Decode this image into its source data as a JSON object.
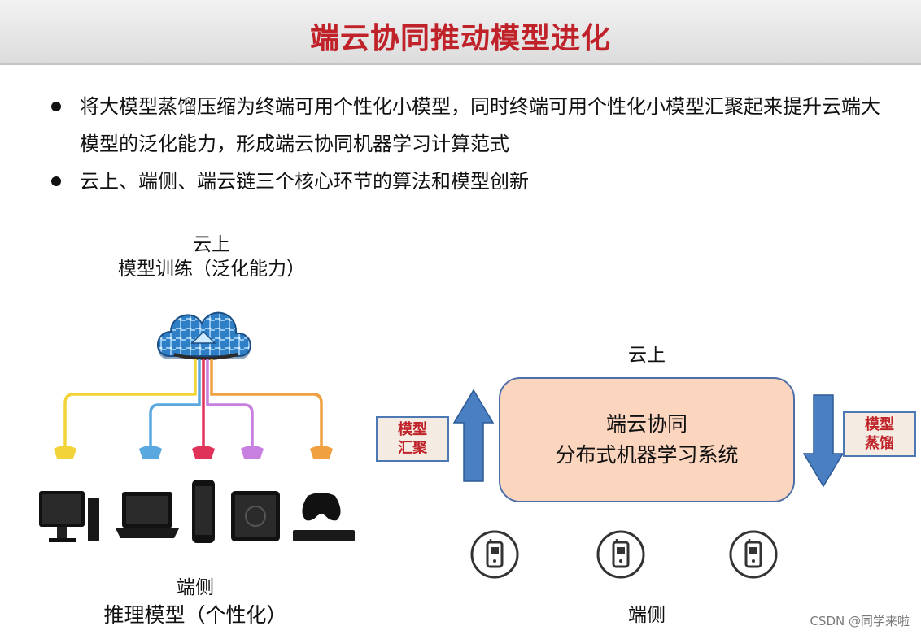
{
  "title": "端云协同推动模型进化",
  "bullets": [
    "将大模型蒸馏压缩为终端可用个性化小模型，同时终端可用个性化小模型汇聚起来提升云端大模型的泛化能力，形成端云协同机器学习计算范式",
    "云上、端侧、端云链三个核心环节的算法和模型创新"
  ],
  "left": {
    "cloud_title": "云上",
    "cloud_subtitle": "模型训练（泛化能力）",
    "device_title": "端侧",
    "device_subtitle": "推理模型（个性化）"
  },
  "right": {
    "cloud_label": "云上",
    "system_line1": "端云协同",
    "system_line2": "分布式机器学习系统",
    "aggregate_line1": "模型",
    "aggregate_line2": "汇聚",
    "distill_line1": "模型",
    "distill_line2": "蒸馏",
    "device_label": "端侧"
  },
  "watermark": "CSDN @同学来啦",
  "colors": {
    "title_red": "#c0222a",
    "box_fill": "#fbd5be",
    "box_border": "#4e6fa8",
    "arrow_blue": "#4a7fc1",
    "cable_yellow": "#f2d43a",
    "cable_blue": "#5aa8e0",
    "cable_red": "#e0335a",
    "cable_violet": "#c77fe0",
    "cable_orange": "#f0a040"
  },
  "icons": [
    "cloud-icon",
    "monitor-icon",
    "laptop-icon",
    "smartphone-icon",
    "tablet-icon",
    "game-controller-icon",
    "mobile-phone-icon"
  ]
}
